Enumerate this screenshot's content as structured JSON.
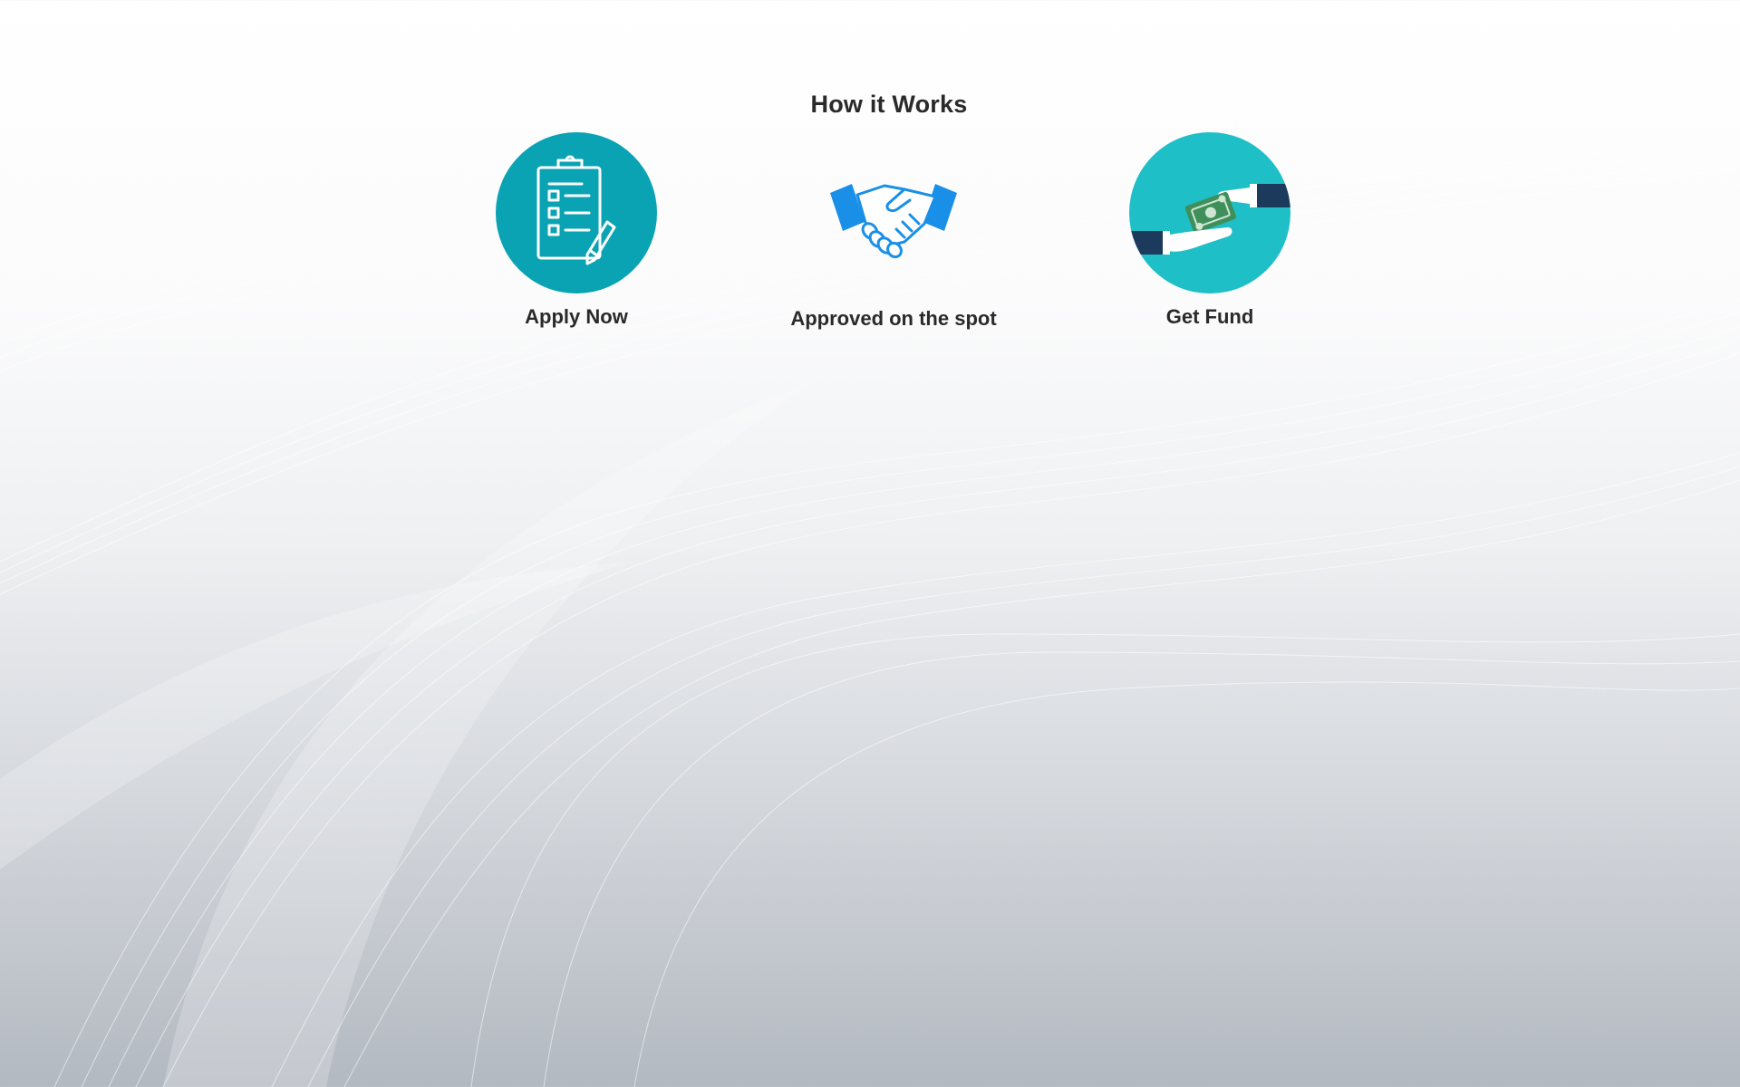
{
  "section": {
    "title": "How it Works"
  },
  "steps": [
    {
      "label": "Apply Now",
      "icon": "clipboard-checklist-icon",
      "circle_color": "#0aa3b3"
    },
    {
      "label": "Approved on the spot",
      "icon": "handshake-icon",
      "accent_color": "#1a8fe8"
    },
    {
      "label": "Get Fund",
      "icon": "money-handover-icon",
      "circle_color": "#1fbfc8"
    }
  ]
}
